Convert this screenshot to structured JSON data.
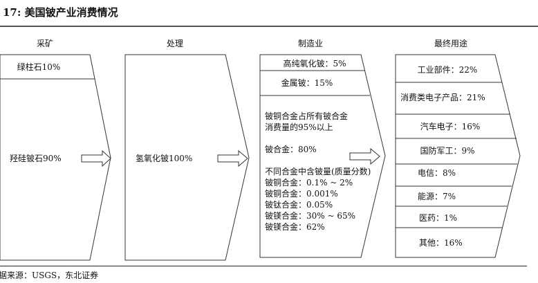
{
  "title": "17:  美国铍产业消费情况",
  "stages": [
    {
      "header": "采矿",
      "items": [
        "绿柱石10%",
        "羟硅铍石90%"
      ]
    },
    {
      "header": "处理",
      "items": [
        "氢氧化铍100%"
      ]
    },
    {
      "header": "制造业",
      "items": [
        "高纯氧化铍：5%",
        "金属铍：15%"
      ],
      "notes": [
        "铍铜合金占所有铍合金",
        "消费量的95%以上",
        "铍合金：80%",
        "不同合金中含铍量(质量分数)",
        "铍铜合金：0.1% ~ 2%",
        "铍铜合金：0.001%",
        "铍钛合金：0.05%",
        "铍镁合金：30% ~ 65%",
        "铍镁合金：62%"
      ]
    },
    {
      "header": "最终用途",
      "items": [
        "工业部件：22%",
        "消费类电子产品：21%",
        "汽车电子：16%",
        "国防军工：9%",
        "电信：8%",
        "能源：7%",
        "医药：1%",
        "其他：16%"
      ]
    }
  ],
  "source": "据来源：USGS，东北证券"
}
